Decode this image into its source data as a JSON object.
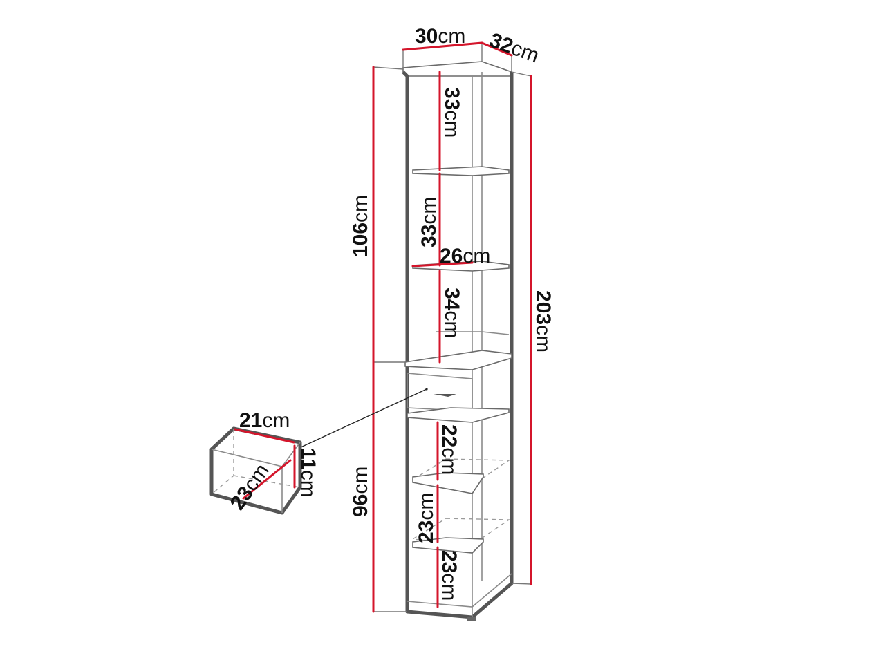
{
  "dimensions": {
    "top_width": {
      "value": "30",
      "unit": "cm"
    },
    "top_depth": {
      "value": "32",
      "unit": "cm"
    },
    "upper_height": {
      "value": "106",
      "unit": "cm"
    },
    "lower_height": {
      "value": "96",
      "unit": "cm"
    },
    "total_height": {
      "value": "203",
      "unit": "cm"
    },
    "shelf_1": {
      "value": "33",
      "unit": "cm"
    },
    "shelf_2": {
      "value": "33",
      "unit": "cm"
    },
    "shelf_depth": {
      "value": "26",
      "unit": "cm"
    },
    "shelf_3": {
      "value": "34",
      "unit": "cm"
    },
    "shelf_4": {
      "value": "22",
      "unit": "cm"
    },
    "shelf_5": {
      "value": "23",
      "unit": "cm"
    },
    "shelf_6": {
      "value": "23",
      "unit": "cm"
    },
    "drawer_width": {
      "value": "21",
      "unit": "cm"
    },
    "drawer_height": {
      "value": "11",
      "unit": "cm"
    },
    "drawer_depth": {
      "value": "23",
      "unit": "cm"
    }
  },
  "colors": {
    "dimension_line": "#d4152b",
    "outline": "#555555"
  }
}
